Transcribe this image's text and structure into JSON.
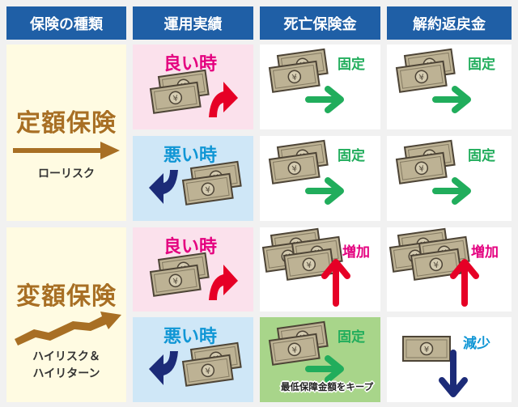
{
  "headers": [
    "保険の種類",
    "運用実績",
    "死亡保険金",
    "解約返戻金"
  ],
  "fixed": {
    "name": "定額保険",
    "risk": [
      "ローリスク"
    ]
  },
  "variable": {
    "name": "変額保険",
    "risk": [
      "ハイリスク＆",
      "ハイリターン"
    ]
  },
  "performance": {
    "good": "良い時",
    "bad": "悪い時"
  },
  "tags": {
    "fixed": "固定",
    "increase": "増加",
    "decrease": "減少"
  },
  "note": "最低保障金額をキープ",
  "colors": {
    "header": "#1f5fa6",
    "good_bg": "#fbe1ec",
    "bad_bg": "#cfe7f7",
    "type_bg": "#fffbe2",
    "green": "#21ad5c",
    "red": "#e60026",
    "navy": "#1c2b78",
    "magenta": "#e4007f",
    "cyan": "#1096d5",
    "brown": "#a86f24",
    "keep_bg": "#a8d58a"
  }
}
